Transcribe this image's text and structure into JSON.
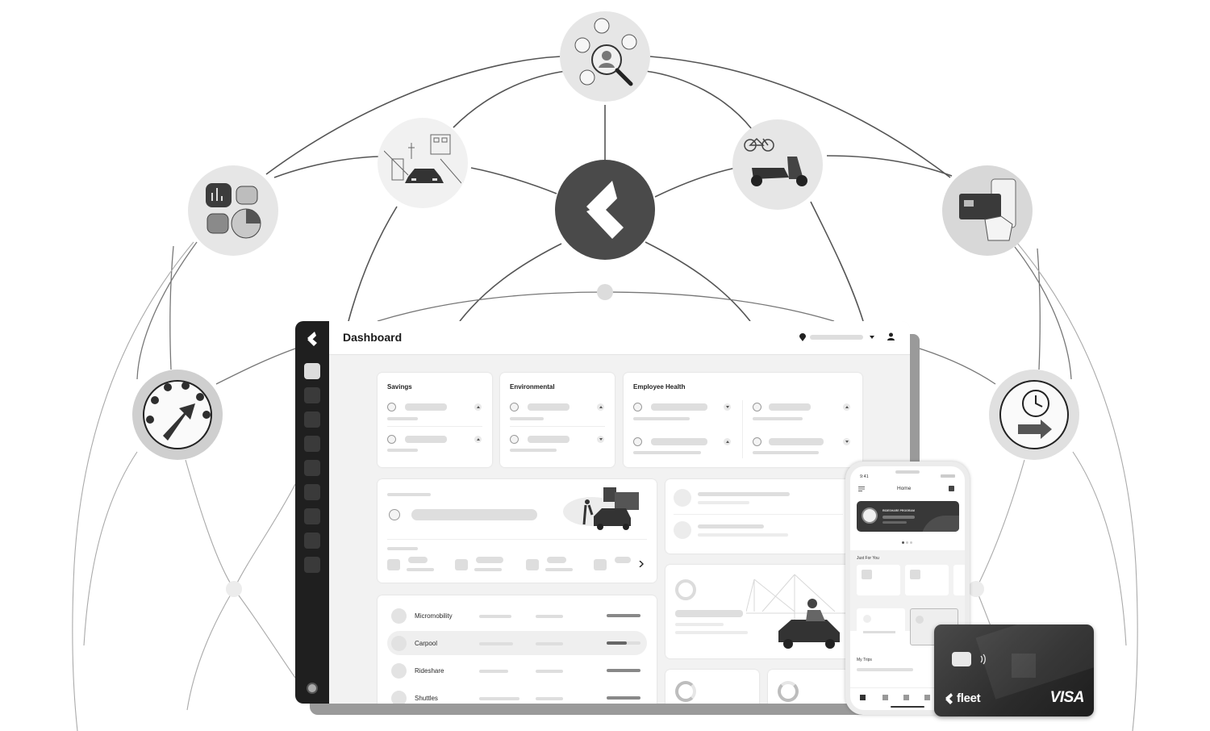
{
  "dashboard": {
    "title": "Dashboard",
    "cards": {
      "savings": {
        "title": "Savings"
      },
      "environmental": {
        "title": "Environmental"
      },
      "employee_health": {
        "title": "Employee Health"
      }
    },
    "programs": [
      {
        "label": "Micromobility"
      },
      {
        "label": "Carpool"
      },
      {
        "label": "Rideshare"
      },
      {
        "label": "Shuttles"
      }
    ]
  },
  "phone": {
    "time": "9:41",
    "title": "Home",
    "banner": "RIDESHARE PROGRAM",
    "section_just_for_you": "Just For You",
    "section_my_trips": "My Trips"
  },
  "payment_card": {
    "brand": "fleet",
    "network": "VISA"
  },
  "colors": {
    "sidebar": "#1f1f1f",
    "hub": "#4a4a4a",
    "node_bg": "#e6e6e6",
    "canvas": "#f2f2f2"
  }
}
